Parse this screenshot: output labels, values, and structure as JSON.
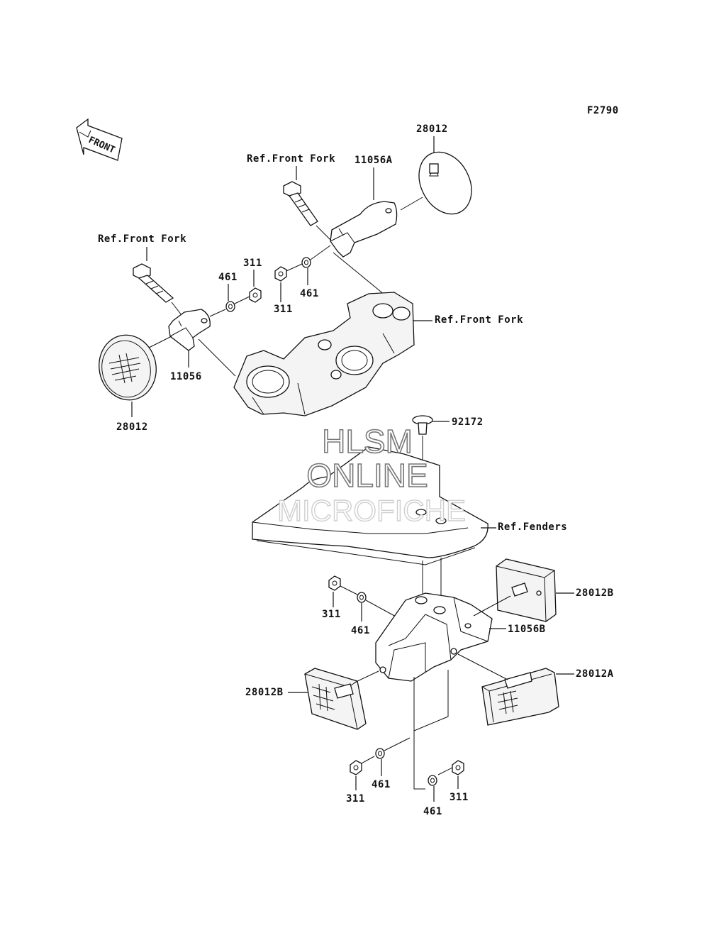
{
  "figure_code": "F2790",
  "direction_label": "FRONT",
  "labels": {
    "p28012_top": "28012",
    "ref_front_fork_top": "Ref.Front Fork",
    "p11056A": "11056A",
    "ref_front_fork_left": "Ref.Front Fork",
    "p311_upper_left": "311",
    "p461_upper_left": "461",
    "p311_upper_mid": "311",
    "p461_upper_mid": "461",
    "ref_front_fork_right": "Ref.Front Fork",
    "p11056": "11056",
    "p28012_left": "28012",
    "p92172": "92172",
    "ref_fenders": "Ref.Fenders",
    "p311_mid": "311",
    "p461_mid": "461",
    "p28012B_right": "28012B",
    "p11056B": "11056B",
    "p28012A": "28012A",
    "p28012B_left": "28012B",
    "p311_bottom_left": "311",
    "p461_bottom_left": "461",
    "p461_bottom_right": "461",
    "p311_bottom_right": "311"
  },
  "watermark": {
    "line1": "HLSM",
    "line2": "ONLINE",
    "line3": "MICROFICHE"
  }
}
